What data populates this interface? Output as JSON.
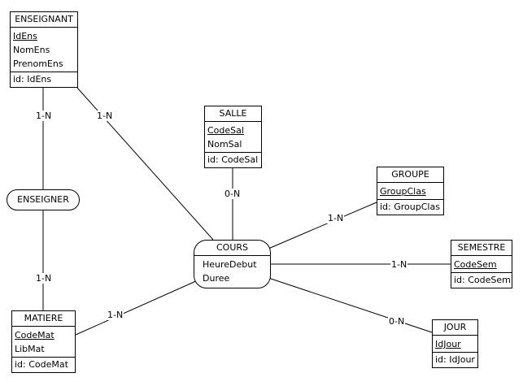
{
  "entities": {
    "enseignant": {
      "title": "ENSEIGNANT",
      "attrs": [
        "IdEns",
        "NomEns",
        "PrenomEns"
      ],
      "id": "id: IdEns"
    },
    "salle": {
      "title": "SALLE",
      "attrs": [
        "CodeSal",
        "NomSal"
      ],
      "id": "id: CodeSal"
    },
    "groupe": {
      "title": "GROUPE",
      "attrs": [
        "GroupClas"
      ],
      "id": "id: GroupClas"
    },
    "semestre": {
      "title": "SEMESTRE",
      "attrs": [
        "CodeSem"
      ],
      "id": "id: CodeSem"
    },
    "jour": {
      "title": "JOUR",
      "attrs": [
        "IdJour"
      ],
      "id": "id: IdJour"
    },
    "matiere": {
      "title": "MATIERE",
      "attrs": [
        "CodeMat",
        "LibMat"
      ],
      "id": "id: CodeMat"
    }
  },
  "associations": {
    "enseigner": {
      "title": "ENSEIGNER"
    },
    "cours": {
      "title": "COURS",
      "attrs": [
        "HeureDebut",
        "Duree"
      ]
    }
  },
  "cardinalities": {
    "enseignant_enseigner": "1-N",
    "enseignant_cours": "1-N",
    "salle_cours": "0-N",
    "groupe_cours": "1-N",
    "semestre_cours": "1-N",
    "jour_cours": "0-N",
    "matiere_cours": "1-N",
    "matiere_enseigner": "1-N"
  }
}
